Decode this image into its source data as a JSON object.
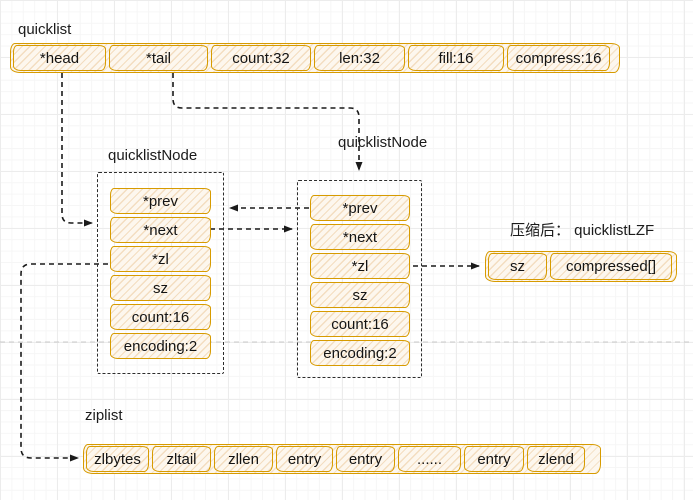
{
  "quicklist": {
    "label": "quicklist",
    "cells": [
      "*head",
      "*tail",
      "count:32",
      "len:32",
      "fill:16",
      "compress:16"
    ]
  },
  "node1": {
    "label": "quicklistNode",
    "cells": [
      "*prev",
      "*next",
      "*zl",
      "sz",
      "count:16",
      "encoding:2"
    ]
  },
  "node2": {
    "label": "quicklistNode",
    "cells": [
      "*prev",
      "*next",
      "*zl",
      "sz",
      "count:16",
      "encoding:2"
    ]
  },
  "lzf": {
    "label": "压缩后： quicklistLZF",
    "cells": [
      "sz",
      "compressed[]"
    ]
  },
  "ziplist": {
    "label": "ziplist",
    "cells": [
      "zlbytes",
      "zltail",
      "zllen",
      "entry",
      "entry",
      "......",
      "entry",
      "zlend"
    ]
  },
  "colors": {
    "stroke": "#d79b00",
    "fill": "#fdf7ee",
    "hatch": "#e7b467",
    "arrow": "#1a1a1a",
    "guide": "#c2c2c2",
    "text": "#1b1b1b"
  }
}
